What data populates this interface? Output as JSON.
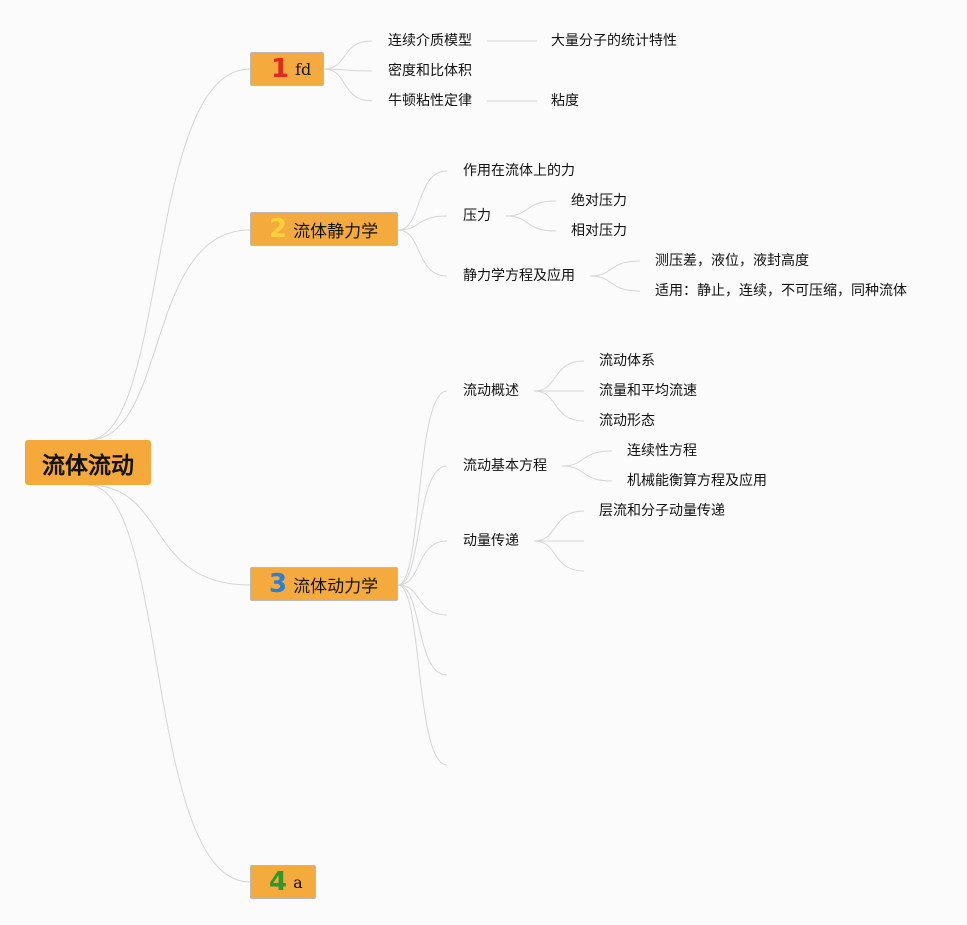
{
  "root": {
    "label": "流体流动"
  },
  "colors": {
    "node_fill": "#f4aa3c",
    "num1": "#e02a1d",
    "num2": "#f6d23a",
    "num3": "#2b7fd4",
    "num4": "#2a9a2a",
    "link": "#d6d6d6"
  },
  "branches": [
    {
      "number": "1",
      "label": "fd",
      "children": [
        {
          "label": "连续介质模型",
          "children": [
            {
              "label": "大量分子的统计特性"
            }
          ]
        },
        {
          "label": "密度和比体积"
        },
        {
          "label": "牛顿粘性定律",
          "children": [
            {
              "label": "粘度"
            }
          ]
        }
      ]
    },
    {
      "number": "2",
      "label": "流体静力学",
      "children": [
        {
          "label": "作用在流体上的力"
        },
        {
          "label": "压力",
          "children": [
            {
              "label": "绝对压力"
            },
            {
              "label": "相对压力"
            }
          ]
        },
        {
          "label": "静力学方程及应用",
          "children": [
            {
              "label": "测压差，液位，液封高度"
            },
            {
              "label": "适用：静止，连续，不可压缩，同种流体"
            }
          ]
        }
      ]
    },
    {
      "number": "3",
      "label": "流体动力学",
      "children": [
        {
          "label": "流动概述",
          "children": [
            {
              "label": "流动体系"
            },
            {
              "label": "流量和平均流速"
            },
            {
              "label": "流动形态"
            }
          ]
        },
        {
          "label": "流动基本方程",
          "children": [
            {
              "label": "连续性方程"
            },
            {
              "label": "机械能衡算方程及应用"
            }
          ]
        },
        {
          "label": "动量传递",
          "children": [
            {
              "label": "层流和分子动量传递"
            }
          ]
        }
      ]
    },
    {
      "number": "4",
      "label": "a",
      "children": []
    }
  ]
}
